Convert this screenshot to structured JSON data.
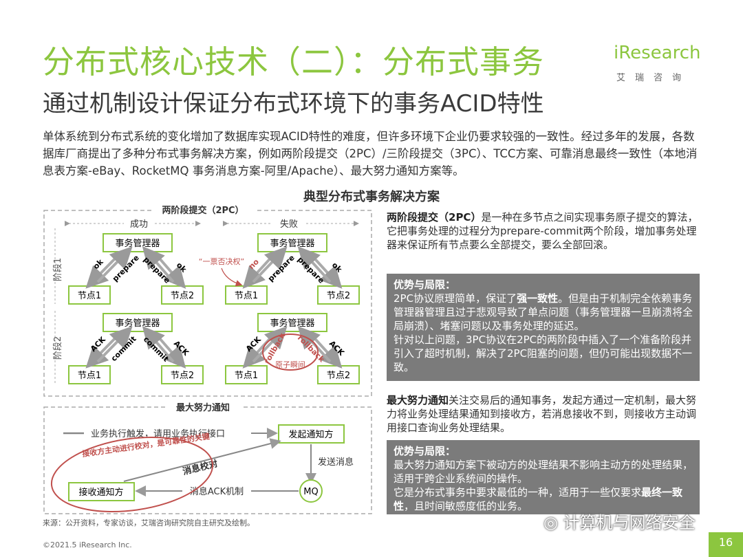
{
  "header": {
    "title": "分布式核心技术（二）：分布式事务",
    "subtitle": "通过机制设计保证分布式环境下的事务ACID特性",
    "logo_main": "iResearch",
    "logo_sub": "艾瑞咨询"
  },
  "intro": "单体系统到分布式系统的变化增加了数据库实现ACID特性的难度，但许多环境下企业仍要求较强的一致性。经过多年的发展，各数据库厂商提出了多种分布式事务解决方案，例如两阶段提交（2PC）/三阶段提交（3PC）、TCC方案、可靠消息最终一致性（本地消息表方案-eBay、RocketMQ 事务消息方案-阿里/Apache）、最大努力通知方案等。",
  "diagram_title": "典型分布式事务解决方案",
  "twopc": {
    "title": "两阶段提交（2PC）",
    "success": "成功",
    "failure": "失败",
    "phase1": "阶段1",
    "phase2": "阶段2",
    "tm": "事务管理器",
    "node1": "节点1",
    "node2": "节点2",
    "ok": "ok",
    "prepare": "prepare",
    "no": "no",
    "ack": "ACK",
    "commit": "commit",
    "rollback": "rollback",
    "veto": "“一票否决权”",
    "atomic": "原子瞬间"
  },
  "besteffort": {
    "title": "最大努力通知",
    "trigger": "业务执行触发，请用业务执行接口",
    "initiator": "发起通知方",
    "send": "发送消息",
    "mq": "MQ",
    "receiver": "接收通知方",
    "ack": "消息ACK机制",
    "verify": "消息校对",
    "note": "接收方主动进行校对，是可靠性的关键"
  },
  "panels": {
    "twopc_desc_bold": "两阶段提交（2PC）",
    "twopc_desc": "是一种在多节点之间实现事务原子提交的算法，它把事务处理的过程分为prepare-commit两个阶段，增加事务处理器来保证所有节点要么全部提交，要么全部回滚。",
    "pros_title": "优势与局限：",
    "twopc_pros_a": "2PC协议原理简单，保证了",
    "twopc_pros_bold": "强一致性",
    "twopc_pros_b": "。但是由于机制完全依赖事务管理器管理且过于悲观导致了单点问题（事务管理器一旦崩溃将全局崩溃）、堵塞问题以及事务处理的延迟。",
    "twopc_pros_c": "针对以上问题，3PC协议在2PC的两阶段中插入了一个准备阶段并引入了超时机制，解决了2PC阻塞的问题，但仍可能出现数据不一致。",
    "be_desc_bold": "最大努力通知",
    "be_desc": "关注交易后的通知事务，发起方通过一定机制，最大努力将业务处理结果通知到接收方，若消息接收不到，则接收方主动调用接口查询业务处理结果。",
    "be_pros_a": "最大努力通知方案下被动方的处理结果不影响主动方的处理结果，适用于跨企业系统间的操作。",
    "be_pros_b": "它是分布式事务中要求最低的一种，适用于一些仅要求",
    "be_pros_bold": "最终一致性",
    "be_pros_c": "，且时间敏感度低的业务。"
  },
  "footer": {
    "source": "来源：公开资料，专家访谈，艾瑞咨询研究院自主研究及绘制。",
    "copyright": "©2021.5 iResearch Inc.",
    "page": "16",
    "wechat": "计算机与网络安全"
  },
  "colors": {
    "accent_green": "#8cc63f",
    "grey_panel": "#7b7b7b",
    "red_note": "#c0504d"
  }
}
